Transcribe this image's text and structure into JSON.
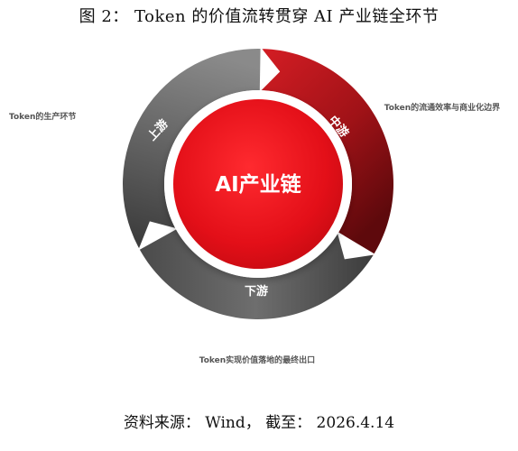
{
  "figure": {
    "title": "图 2： Token 的价值流转贯穿 AI 产业链全环节",
    "source": "资料来源： Wind， 截至： 2026.4.14"
  },
  "diagram": {
    "center_label": "AI产业链",
    "segments": {
      "upstream": "上游",
      "midstream": "中游",
      "downstream": "下游"
    },
    "captions": {
      "left": "Token的生产环节",
      "right": "Token的流通效率与商业化边界",
      "bottom": "Token实现价值落地的最终出口"
    },
    "colors": {
      "red": "#c2161d",
      "red_dark": "#6e0b0f",
      "gray": "#6b6b6b",
      "gray_dark": "#3a3a3a",
      "center_red": "#e8101a"
    }
  }
}
